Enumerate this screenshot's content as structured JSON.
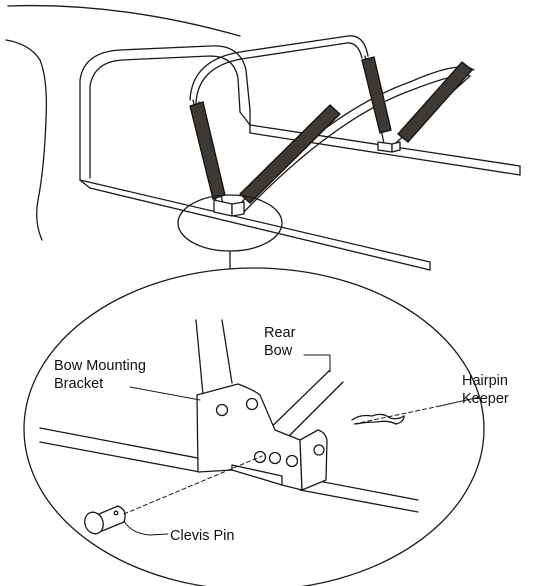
{
  "labels": {
    "rear_bow_line1": "Rear",
    "rear_bow_line2": "Bow",
    "bracket_line1": "Bow Mounting",
    "bracket_line2": "Bracket",
    "hairpin_line1": "Hairpin",
    "hairpin_line2": "Keeper",
    "clevis_pin": "Clevis Pin"
  },
  "colors": {
    "line": "#1a1a1a",
    "padding": "#3e3935",
    "background": "#ffffff"
  }
}
